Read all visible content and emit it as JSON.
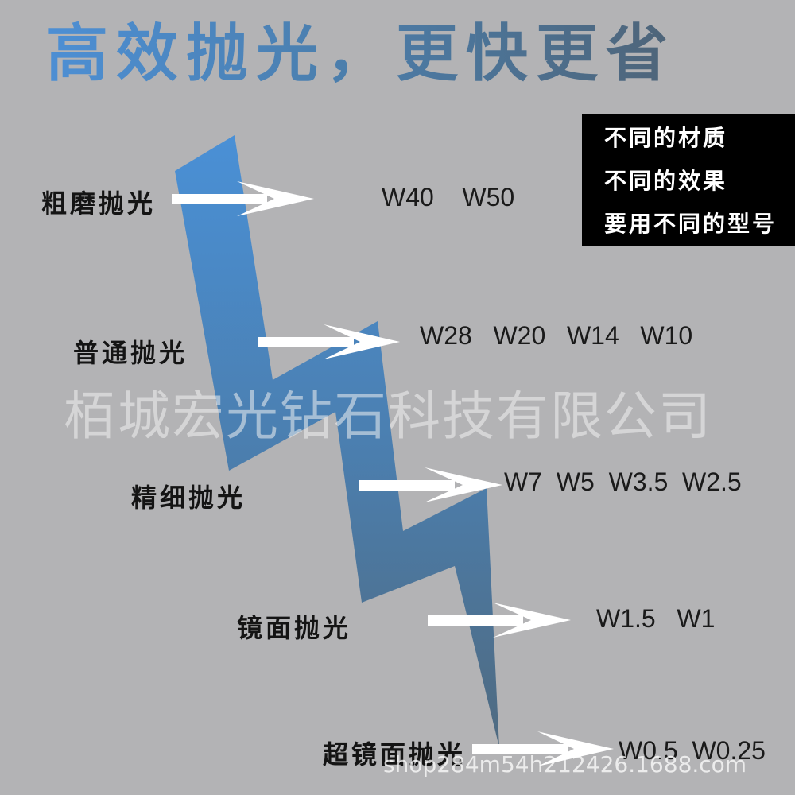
{
  "headline": "高效抛光，更快更省",
  "info_box": {
    "lines": [
      "不同的材质",
      "不同的效果",
      "要用不同的型号"
    ]
  },
  "stages": [
    {
      "label": "粗磨抛光",
      "grades": "W40    W50"
    },
    {
      "label": "普通抛光",
      "grades": "W28   W20   W14   W10"
    },
    {
      "label": "精细抛光",
      "grades": "W7  W5  W3.5  W2.5"
    },
    {
      "label": "镜面抛光",
      "grades": "W1.5   W1"
    },
    {
      "label": "超镜面抛光",
      "grades": "W0.5  W0.25"
    }
  ],
  "watermark": "栢城宏光钻石科技有限公司",
  "shop_watermark": "shop284m54h212426.1688.com",
  "colors": {
    "background": "#b3b3b5",
    "bolt_top": "#4a90d6",
    "bolt_bottom": "#4f6a80",
    "arrow": "#ffffff",
    "info_box": "#000000"
  },
  "icons": [
    "lightning-bolt-icon",
    "arrow-right-icon"
  ]
}
